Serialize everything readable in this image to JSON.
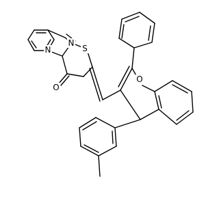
{
  "diagram": {
    "atoms": {
      "nitrogen_imine": "N",
      "nitrogen_ring": "N",
      "sulfur": "S",
      "oxygen_carbonyl": "O",
      "oxygen_pyran": "O"
    },
    "colors": {
      "bond": "#000000",
      "atom_label_bg": "#ffffff"
    }
  }
}
